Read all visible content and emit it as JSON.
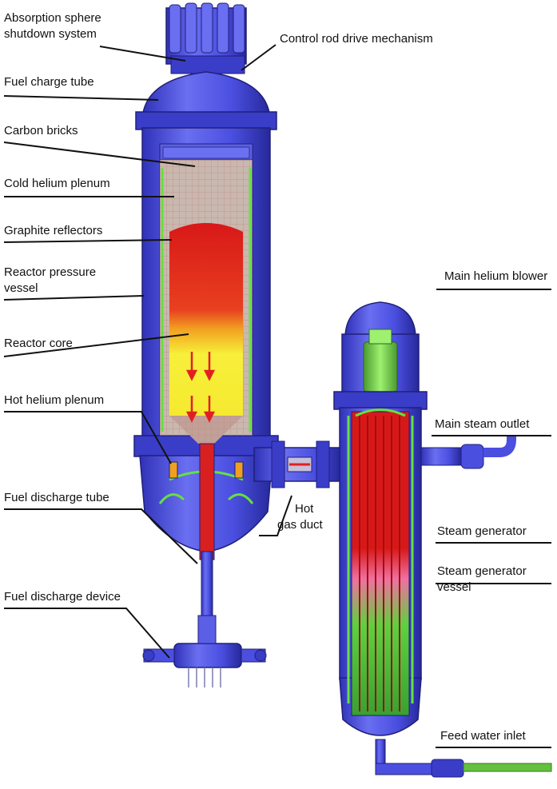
{
  "labels": {
    "absorption": [
      "Absorption sphere",
      "shutdown system"
    ],
    "control_rod": "Control rod drive mechanism",
    "fuel_charge": "Fuel charge tube",
    "carbon_bricks": "Carbon bricks",
    "cold_plenum": "Cold helium plenum",
    "graphite": "Graphite reflectors",
    "rpv": [
      "Reactor pressure",
      "vessel"
    ],
    "core": "Reactor core",
    "hot_plenum": "Hot helium plenum",
    "fuel_discharge_tube": "Fuel discharge tube",
    "fuel_discharge_device": "Fuel discharge device",
    "hot_gas_duct": [
      "Hot",
      "gas duct"
    ],
    "blower": "Main helium blower",
    "steam_outlet": "Main steam outlet",
    "steam_generator": "Steam generator",
    "sg_vessel": [
      "Steam generator",
      "vessel"
    ],
    "feed_water": "Feed water inlet"
  },
  "colors": {
    "vessel": "#4a4de0",
    "vessel_dark": "#2a2a9a",
    "vessel_light": "#8f93f5",
    "core_red": "#e02020",
    "core_yellow": "#f7ef3a",
    "core_orange": "#f2a020",
    "green": "#66e040",
    "pink": "#f070a0",
    "grid": "#a07060"
  }
}
